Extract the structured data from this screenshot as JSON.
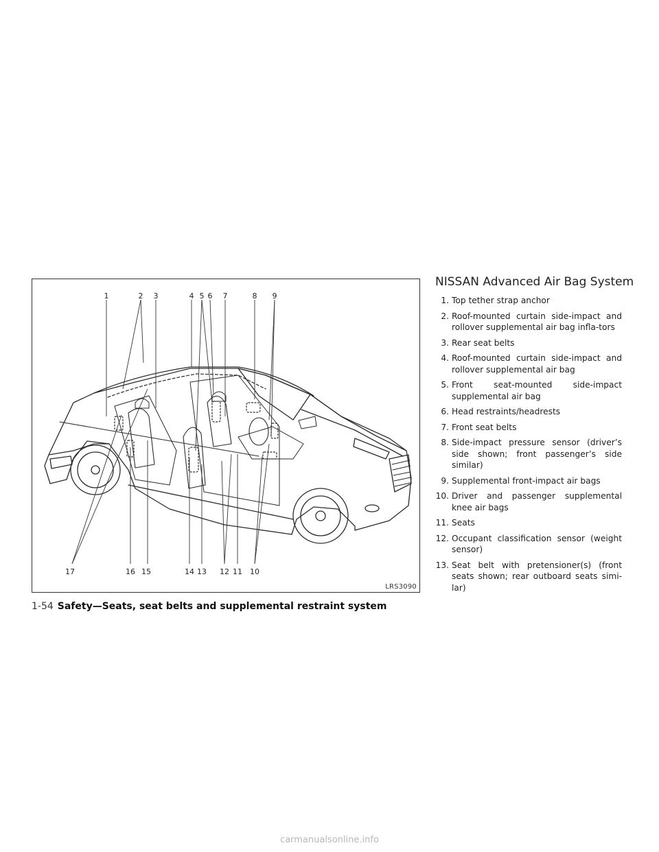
{
  "figure": {
    "code": "LRS3090",
    "callouts_top": [
      "1",
      "2",
      "3",
      "4",
      "5",
      "6",
      "7",
      "8",
      "9"
    ],
    "callouts_bottom": [
      "17",
      "16",
      "15",
      "14",
      "13",
      "12",
      "11",
      "10"
    ]
  },
  "section": {
    "title": "NISSAN Advanced Air Bag System",
    "items": [
      {
        "num": "1.",
        "text": "Top tether strap anchor"
      },
      {
        "num": "2.",
        "text": "Roof-mounted curtain side-impact and rollover supplemental air bag infla-tors"
      },
      {
        "num": "3.",
        "text": "Rear seat belts"
      },
      {
        "num": "4.",
        "text": "Roof-mounted curtain side-impact and rollover supplemental air bag"
      },
      {
        "num": "5.",
        "text": "Front seat-mounted side-impact supplemental air bag"
      },
      {
        "num": "6.",
        "text": "Head restraints/headrests"
      },
      {
        "num": "7.",
        "text": "Front seat belts"
      },
      {
        "num": "8.",
        "text": "Side-impact pressure sensor (driver’s side shown; front passenger’s side similar)"
      },
      {
        "num": "9.",
        "text": "Supplemental front-impact air bags"
      },
      {
        "num": "10.",
        "text": "Driver and passenger supplemental knee air bags"
      },
      {
        "num": "11.",
        "text": "Seats"
      },
      {
        "num": "12.",
        "text": "Occupant classification sensor (weight sensor)"
      },
      {
        "num": "13.",
        "text": "Seat belt with pretensioner(s) (front seats shown; rear outboard seats simi-lar)"
      }
    ]
  },
  "footer": {
    "page_number": "1-54",
    "chapter": "Safety—Seats, seat belts and supplemental restraint system"
  },
  "watermark": "carmanualsonline.info"
}
